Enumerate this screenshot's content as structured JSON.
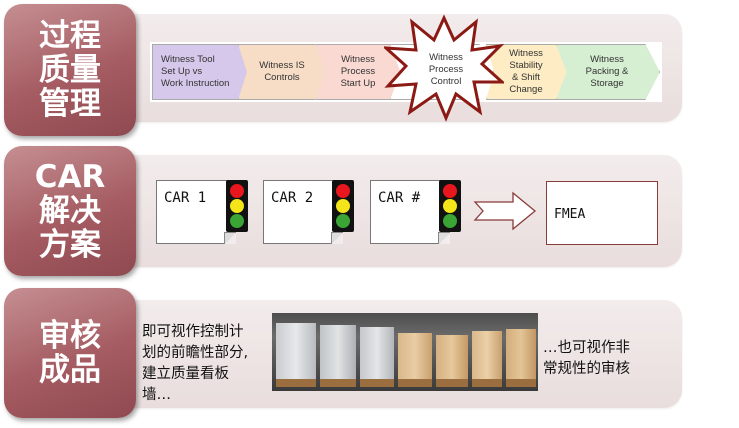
{
  "sections": [
    {
      "label": "过程\n质量\n管理"
    },
    {
      "label": "CAR\n解决\n方案"
    },
    {
      "label": "审核\n成品"
    }
  ],
  "process_steps": [
    {
      "label": "Witness Tool\nSet Up vs\nWork Instruction",
      "color": "#d6c8ea"
    },
    {
      "label": "Witness IS\nControls",
      "color": "#f7ddc6"
    },
    {
      "label": "Witness\nProcess\nStart Up",
      "color": "#f9d9d1"
    },
    {
      "label": "Witness\nProcess\nControl",
      "color": "#ffffff",
      "highlighted": true
    },
    {
      "label": "Witness\nStability\n& Shift\nChange",
      "color": "#fdecc4"
    },
    {
      "label": "Witness\nPacking &\nStorage",
      "color": "#d6efd3"
    }
  ],
  "car_items": [
    {
      "label": "CAR 1"
    },
    {
      "label": "CAR 2"
    },
    {
      "label": "CAR #"
    }
  ],
  "traffic_light_colors": [
    "#e8171d",
    "#f4e51a",
    "#3aa535"
  ],
  "fmea": {
    "label": "FMEA"
  },
  "audit": {
    "left_text": "即可视作控制计\n划的前瞻性部分,\n建立质量看板\n墙…",
    "right_text": "…也可视作非\n常规性的审核"
  },
  "colors": {
    "tab": "#a55c62",
    "band": "#efe5e5",
    "burst_stroke": "#8b1a14"
  }
}
